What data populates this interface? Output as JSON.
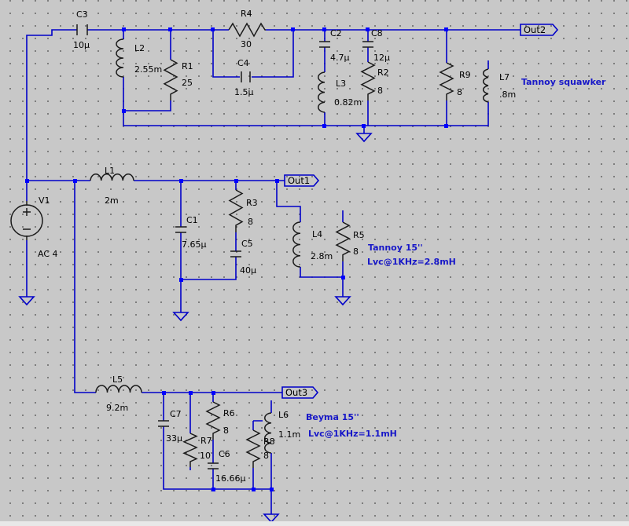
{
  "components": {
    "C3": {
      "ref": "C3",
      "value": "10µ"
    },
    "L2": {
      "ref": "L2",
      "value": "2.55m"
    },
    "R1": {
      "ref": "R1",
      "value": "25"
    },
    "R4": {
      "ref": "R4",
      "value": "30"
    },
    "C4": {
      "ref": "C4",
      "value": "1.5µ"
    },
    "C2": {
      "ref": "C2",
      "value": "4.7µ"
    },
    "C8": {
      "ref": "C8",
      "value": "12µ"
    },
    "L3": {
      "ref": "L3",
      "value": "0.82m"
    },
    "R2": {
      "ref": "R2",
      "value": "8"
    },
    "R9": {
      "ref": "R9",
      "value": "8"
    },
    "L7": {
      "ref": "L7",
      "value": ".8m"
    },
    "V1": {
      "ref": "V1",
      "value": "AC 4"
    },
    "L1": {
      "ref": "L1",
      "value": "2m"
    },
    "C1": {
      "ref": "C1",
      "value": "7.65µ"
    },
    "R3": {
      "ref": "R3",
      "value": "8"
    },
    "C5": {
      "ref": "C5",
      "value": "40µ"
    },
    "L4": {
      "ref": "L4",
      "value": "2.8m"
    },
    "R5": {
      "ref": "R5",
      "value": "8"
    },
    "L5": {
      "ref": "L5",
      "value": "9.2m"
    },
    "C7": {
      "ref": "C7",
      "value": "33µ"
    },
    "R7": {
      "ref": "R7",
      "value": "10"
    },
    "R6": {
      "ref": "R6",
      "value": "8"
    },
    "C6": {
      "ref": "C6",
      "value": "16.66µ"
    },
    "R8": {
      "ref": "R8",
      "value": "8"
    },
    "L6": {
      "ref": "L6",
      "value": "1.1m"
    }
  },
  "nets": {
    "out1": "Out1",
    "out2": "Out2",
    "out3": "Out3"
  },
  "notes": {
    "squawker": "Tannoy squawker",
    "tannoy_name": "Tannoy 15''",
    "tannoy_lvc": "Lvc@1KHz=2.8mH",
    "beyma_name": "Beyma 15''",
    "beyma_lvc": "Lvc@1KHz=1.1mH"
  },
  "colors": {
    "wire": "#0000c8",
    "component": "#1a1a1a",
    "junction": "#0000ff",
    "background": "#c8c8c8",
    "note_text": "#1717c8"
  }
}
